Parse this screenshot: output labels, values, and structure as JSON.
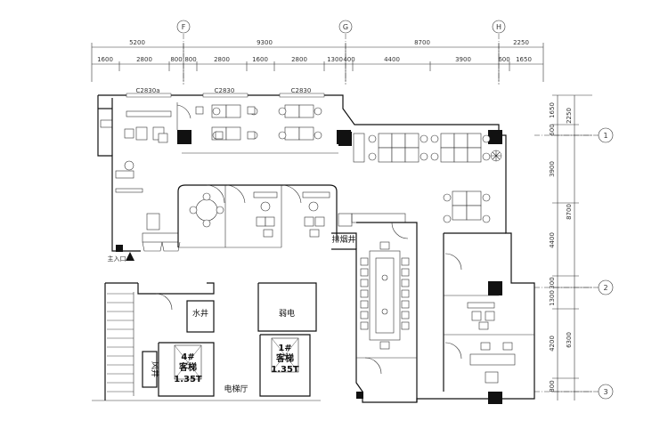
{
  "dimensions": {
    "top_overall": [
      "5200",
      "9300",
      "8700",
      "2250"
    ],
    "top_detail": [
      "1600",
      "2800",
      "800",
      "800",
      "2800",
      "1600",
      "2800",
      "1300",
      "400",
      "4400",
      "3900",
      "600",
      "1650"
    ],
    "right_detail": [
      "1650",
      "600",
      "3900",
      "4400",
      "300",
      "1300",
      "4200",
      "800"
    ],
    "right_overall": [
      "2250",
      "8700",
      "6300"
    ]
  },
  "axes": {
    "top": [
      "F",
      "G",
      "H"
    ],
    "right": [
      "1",
      "2",
      "3"
    ]
  },
  "windows": [
    "C2830a",
    "C2830",
    "C2830"
  ],
  "rooms": {
    "water_well": "水井",
    "weak_electric": "弱电",
    "exhaust_well": "排烟井",
    "wind_well": "风井",
    "elevator_hall": "电梯厅",
    "elevator_4": {
      "line1": "4#",
      "line2": "客梯",
      "line3": "1.35T"
    },
    "elevator_1": {
      "line1": "1#",
      "line2": "客梯",
      "line3": "1.35T"
    }
  },
  "entrance_label": "主入口"
}
